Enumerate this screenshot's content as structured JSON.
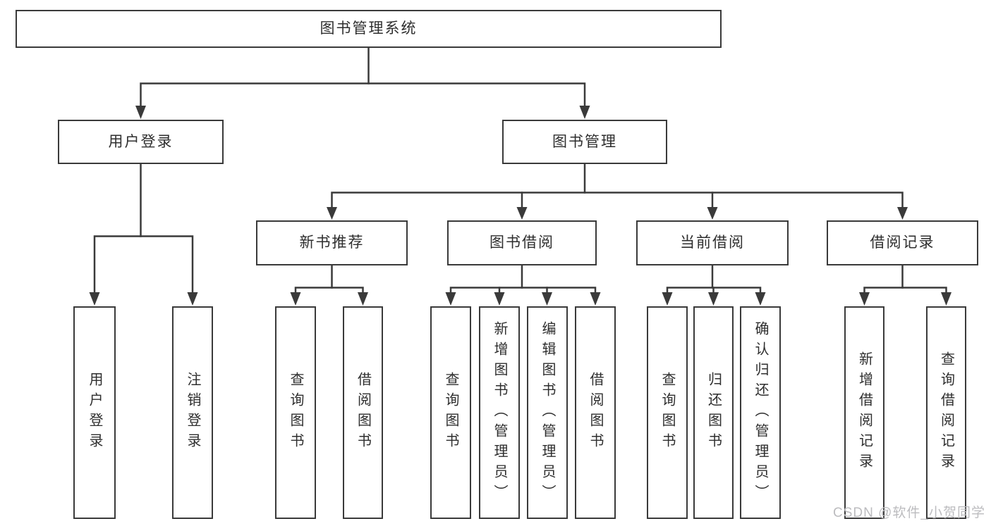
{
  "diagram": {
    "root": {
      "label": "图书管理系统"
    },
    "branches": [
      {
        "label": "用户登录",
        "children": [
          {
            "label": "用户登录"
          },
          {
            "label": "注销登录"
          }
        ]
      },
      {
        "label": "图书管理",
        "children": [
          {
            "label": "新书推荐",
            "children": [
              {
                "label": "查询图书"
              },
              {
                "label": "借阅图书"
              }
            ]
          },
          {
            "label": "图书借阅",
            "children": [
              {
                "label": "查询图书"
              },
              {
                "label": "新增图书（管理员）"
              },
              {
                "label": "编辑图书（管理员）"
              },
              {
                "label": "借阅图书"
              }
            ]
          },
          {
            "label": "当前借阅",
            "children": [
              {
                "label": "查询图书"
              },
              {
                "label": "归还图书"
              },
              {
                "label": "确认归还（管理员）"
              }
            ]
          },
          {
            "label": "借阅记录",
            "children": [
              {
                "label": "新增借阅记录"
              },
              {
                "label": "查询借阅记录"
              }
            ]
          }
        ]
      }
    ]
  },
  "watermark": "CSDN @软件_小贺同学",
  "colors": {
    "line": "#3a3a3a",
    "text": "#2e2e2e",
    "background": "#ffffff",
    "watermark": "#bcbcbf"
  }
}
